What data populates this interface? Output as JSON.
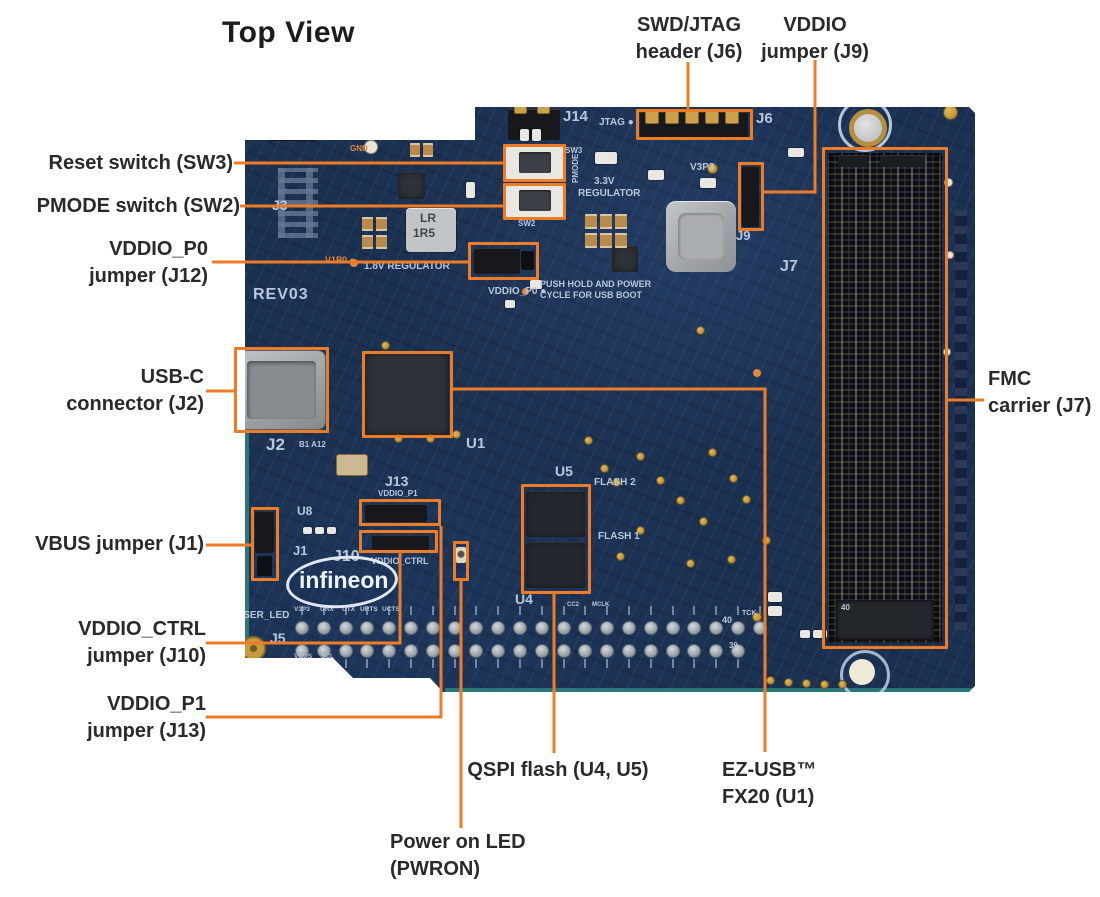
{
  "title": "Top View",
  "colors": {
    "highlight": "#ee7c26",
    "board": "#1b3152",
    "silkscreen": "#bac7db",
    "label_text": "#2a2a2a",
    "background": "#ffffff",
    "teal_edge": "#2f8e85"
  },
  "callouts": [
    {
      "id": "reset-switch-sw3",
      "lines": [
        "Reset switch (SW3)"
      ]
    },
    {
      "id": "pmode-switch-sw2",
      "lines": [
        "PMODE switch (SW2)"
      ]
    },
    {
      "id": "vddio-p0-jumper-j12",
      "lines": [
        "VDDIO_P0",
        "jumper (J12)"
      ]
    },
    {
      "id": "usb-c-connector-j2",
      "lines": [
        "USB-C",
        "connector (J2)"
      ]
    },
    {
      "id": "vbus-jumper-j1",
      "lines": [
        "VBUS jumper (J1)"
      ]
    },
    {
      "id": "vddio-ctrl-jumper-j10",
      "lines": [
        "VDDIO_CTRL",
        "jumper (J10)"
      ]
    },
    {
      "id": "vddio-p1-jumper-j13",
      "lines": [
        "VDDIO_P1",
        "jumper (J13)"
      ]
    },
    {
      "id": "swd-jtag-header-j6",
      "lines": [
        "SWD/JTAG",
        "header (J6)"
      ]
    },
    {
      "id": "vddio-jumper-j9",
      "lines": [
        "VDDIO",
        "jumper (J9)"
      ]
    },
    {
      "id": "fmc-carrier-j7",
      "lines": [
        "FMC",
        "carrier (J7)"
      ]
    },
    {
      "id": "qspi-flash-u4-u5",
      "lines": [
        "QSPI flash (U4, U5)"
      ]
    },
    {
      "id": "ez-usb-fx20-u1",
      "lines": [
        "EZ-USB™",
        "FX20 (U1)"
      ]
    },
    {
      "id": "power-on-led-pwron",
      "lines": [
        "Power on LED",
        "(PWRON)"
      ]
    }
  ],
  "silkscreen": [
    {
      "id": "rev03",
      "text": "REV03"
    },
    {
      "id": "j3",
      "text": "J3"
    },
    {
      "id": "j14",
      "text": "J14"
    },
    {
      "id": "jtag",
      "text": "JTAG ●"
    },
    {
      "id": "j6",
      "text": "J6"
    },
    {
      "id": "sw3",
      "text": "SW3"
    },
    {
      "id": "pmode",
      "text": "PMODE"
    },
    {
      "id": "sw2",
      "text": "SW2"
    },
    {
      "id": "v33",
      "text": "3.3V"
    },
    {
      "id": "regu",
      "text": "REGULATOR"
    },
    {
      "id": "v3p3",
      "text": "V3P3"
    },
    {
      "id": "j9",
      "text": "J9"
    },
    {
      "id": "j7",
      "text": "J7"
    },
    {
      "id": "push1",
      "text": "PUSH HOLD AND POWER"
    },
    {
      "id": "push2",
      "text": "CYCLE FOR USB BOOT"
    },
    {
      "id": "vddp0",
      "text": "VDDIO_P0 ●"
    },
    {
      "id": "reg18",
      "text": "1.8V REGULATOR"
    },
    {
      "id": "v1p0",
      "text": "V1P0 ●"
    },
    {
      "id": "gnd",
      "text": "GND"
    },
    {
      "id": "lr1",
      "text": "LR"
    },
    {
      "id": "lr2",
      "text": "1R5"
    },
    {
      "id": "j2",
      "text": "J2"
    },
    {
      "id": "j2p",
      "text": "B1   A12"
    },
    {
      "id": "u1",
      "text": "U1"
    },
    {
      "id": "u5",
      "text": "U5"
    },
    {
      "id": "fl2",
      "text": "FLASH 2"
    },
    {
      "id": "fl1",
      "text": "FLASH 1"
    },
    {
      "id": "u4",
      "text": "U4"
    },
    {
      "id": "u8",
      "text": "U8"
    },
    {
      "id": "j1",
      "text": "J1"
    },
    {
      "id": "j10",
      "text": "J10"
    },
    {
      "id": "vctrl",
      "text": "VDDIO_CTRL"
    },
    {
      "id": "j13",
      "text": "J13"
    },
    {
      "id": "vp1",
      "text": "VDDIO_P1"
    },
    {
      "id": "uled",
      "text": "USER_LED"
    },
    {
      "id": "j5",
      "text": "J5"
    },
    {
      "id": "pl1",
      "text": "V3P3"
    },
    {
      "id": "pl2",
      "text": "URX"
    },
    {
      "id": "pl3",
      "text": "UTX"
    },
    {
      "id": "pl4",
      "text": "URTS"
    },
    {
      "id": "pl5",
      "text": "UCTS"
    },
    {
      "id": "pl6",
      "text": "VBUS"
    },
    {
      "id": "pl7",
      "text": "SCL"
    },
    {
      "id": "f40a",
      "text": "40"
    },
    {
      "id": "tck",
      "text": "TCK"
    },
    {
      "id": "f39",
      "text": "39"
    },
    {
      "id": "f40b",
      "text": "40"
    },
    {
      "id": "mclk",
      "text": "MCLK"
    },
    {
      "id": "cc2",
      "text": "CC2"
    }
  ],
  "logo_text": "infineon"
}
